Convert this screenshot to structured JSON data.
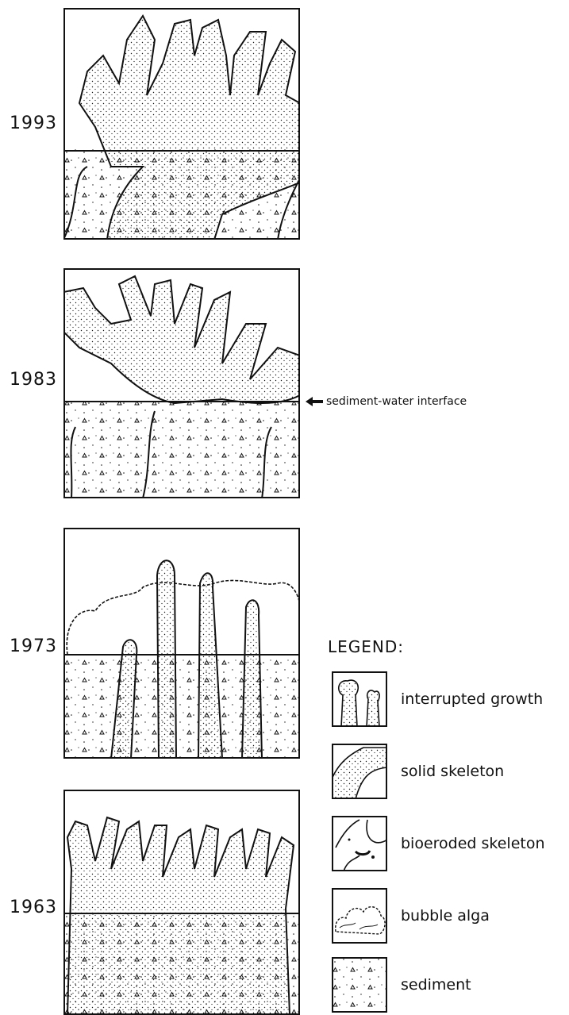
{
  "panels": [
    {
      "year": "1993"
    },
    {
      "year": "1983"
    },
    {
      "year": "1973"
    },
    {
      "year": "1963"
    }
  ],
  "annotation": {
    "label": "sediment-water interface"
  },
  "legend": {
    "title": "LEGEND:",
    "items": [
      {
        "label": "interrupted growth",
        "icon": "interrupted-growth-swatch"
      },
      {
        "label": "solid skeleton",
        "icon": "solid-skeleton-swatch"
      },
      {
        "label": "bioeroded skeleton",
        "icon": "bioeroded-skeleton-swatch"
      },
      {
        "label": "bubble alga",
        "icon": "bubble-alga-swatch"
      },
      {
        "label": "sediment",
        "icon": "sediment-swatch"
      }
    ]
  },
  "colors": {
    "ink": "#111111",
    "background": "#ffffff"
  }
}
